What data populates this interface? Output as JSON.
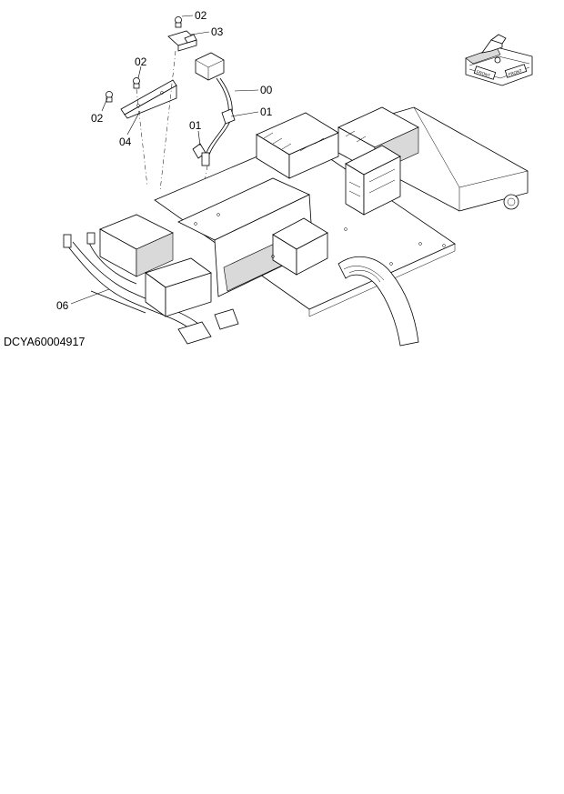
{
  "drawing_code": "DCYA60004917",
  "callouts": [
    {
      "id": "c-02-top",
      "text": "02"
    },
    {
      "id": "c-03",
      "text": "03"
    },
    {
      "id": "c-02-mid",
      "text": "02"
    },
    {
      "id": "c-00",
      "text": "00"
    },
    {
      "id": "c-02-left",
      "text": "02"
    },
    {
      "id": "c-01-a",
      "text": "01"
    },
    {
      "id": "c-01-b",
      "text": "01"
    },
    {
      "id": "c-04",
      "text": "04"
    },
    {
      "id": "c-06",
      "text": "06"
    }
  ],
  "orientation_icon": {
    "label_left": "FRONT",
    "label_right": "FRONT"
  }
}
